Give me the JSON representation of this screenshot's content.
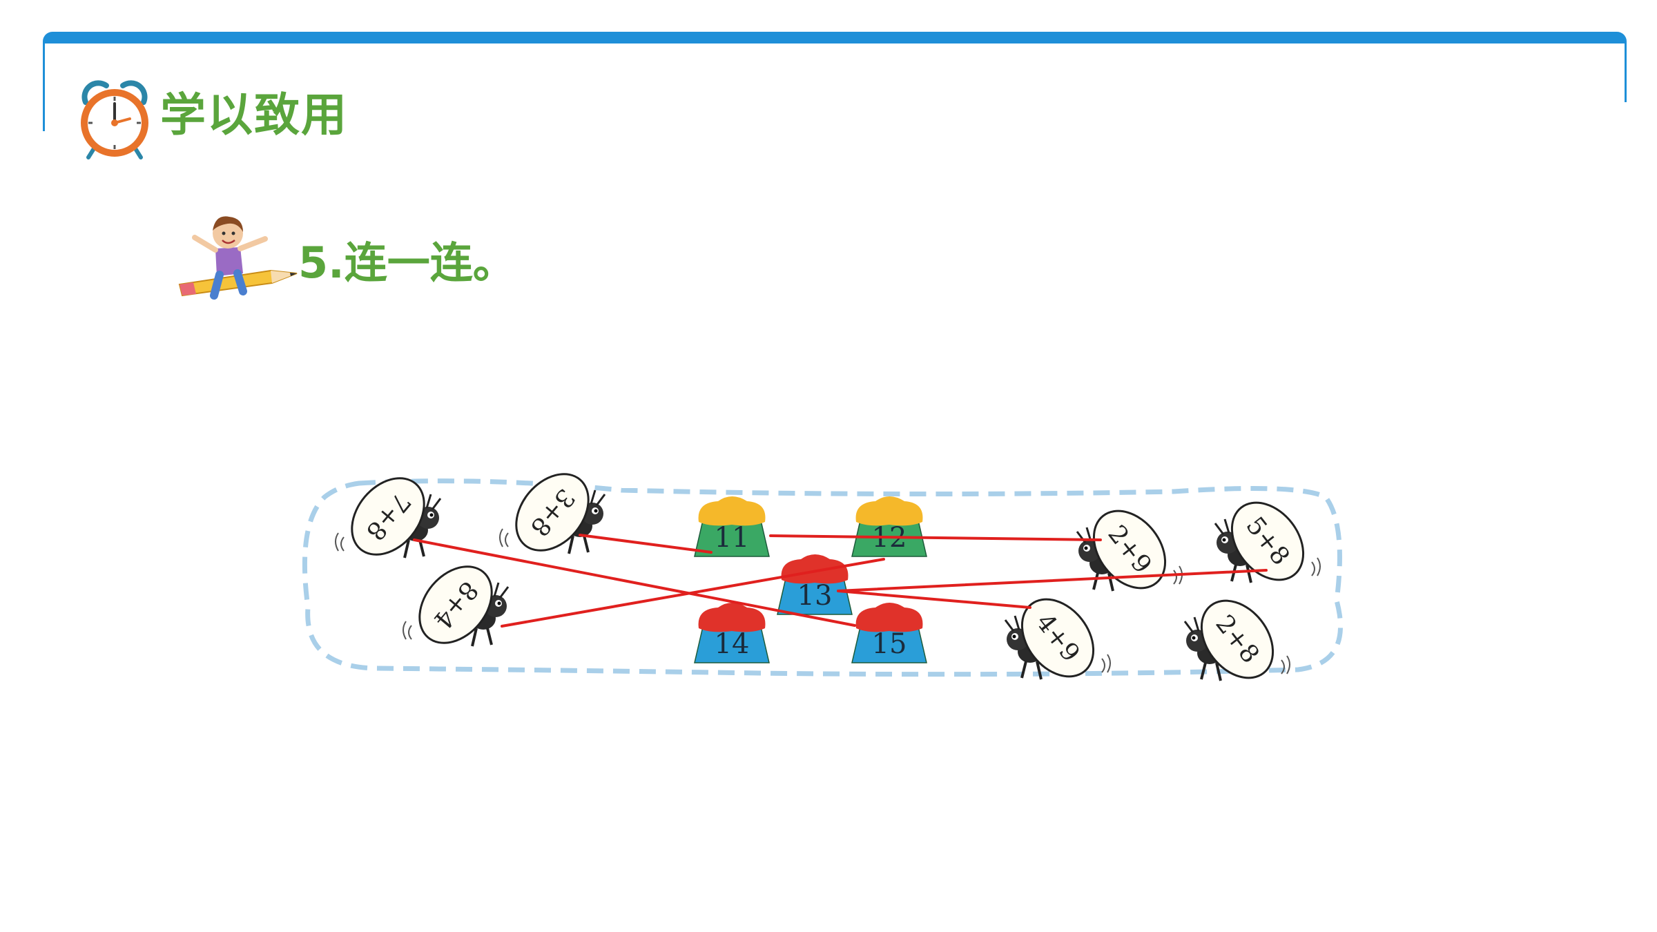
{
  "header": {
    "title": "学以致用",
    "icon": "alarm-clock-icon"
  },
  "question": {
    "label": "5.连一连。",
    "icon": "kid-on-pencil-icon"
  },
  "colors": {
    "accent_blue": "#1e8fd8",
    "title_green": "#5aa53c",
    "line_red": "#e0201e",
    "dashed_border": "#a9cfe9"
  },
  "puzzle": {
    "ants": [
      {
        "id": "a1",
        "expr": "7+8"
      },
      {
        "id": "a2",
        "expr": "3+8"
      },
      {
        "id": "a3",
        "expr": "8+4"
      },
      {
        "id": "a4",
        "expr": "2+9"
      },
      {
        "id": "a5",
        "expr": "5+8"
      },
      {
        "id": "a6",
        "expr": "4+9"
      },
      {
        "id": "a7",
        "expr": "2+8"
      }
    ],
    "cakes": [
      {
        "id": "c11",
        "value": "11",
        "top": "yellow",
        "base": "green"
      },
      {
        "id": "c12",
        "value": "12",
        "top": "yellow",
        "base": "green"
      },
      {
        "id": "c13",
        "value": "13",
        "top": "red",
        "base": "blue"
      },
      {
        "id": "c14",
        "value": "14",
        "top": "red",
        "base": "blue"
      },
      {
        "id": "c15",
        "value": "15",
        "top": "red",
        "base": "blue"
      }
    ],
    "connections": [
      {
        "from": "7+8",
        "to": "15"
      },
      {
        "from": "3+8",
        "to": "11"
      },
      {
        "from": "8+4",
        "to": "12"
      },
      {
        "from": "2+9",
        "to": "11"
      },
      {
        "from": "5+8",
        "to": "13"
      },
      {
        "from": "4+9",
        "to": "13"
      }
    ]
  }
}
